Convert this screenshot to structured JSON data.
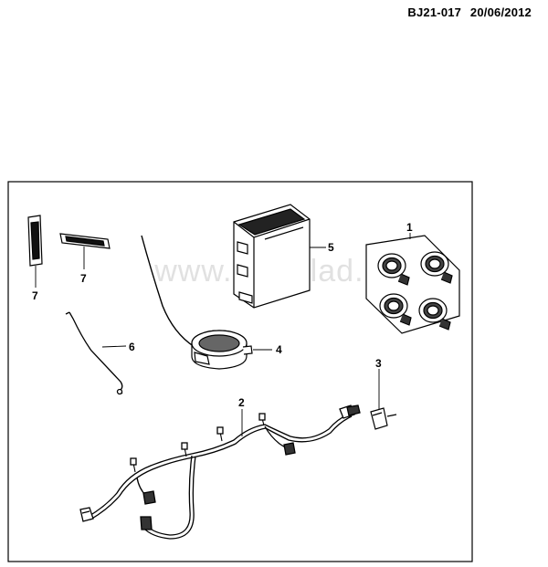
{
  "header": {
    "code": "BJ21-017",
    "date": "20/06/2012"
  },
  "watermark": "www.gmsklad.ru",
  "callouts": [
    "1",
    "2",
    "3",
    "4",
    "5",
    "6",
    "7",
    "7"
  ],
  "colors": {
    "line": "#000000",
    "watermark": "#c9c9c9",
    "background": "#ffffff"
  }
}
